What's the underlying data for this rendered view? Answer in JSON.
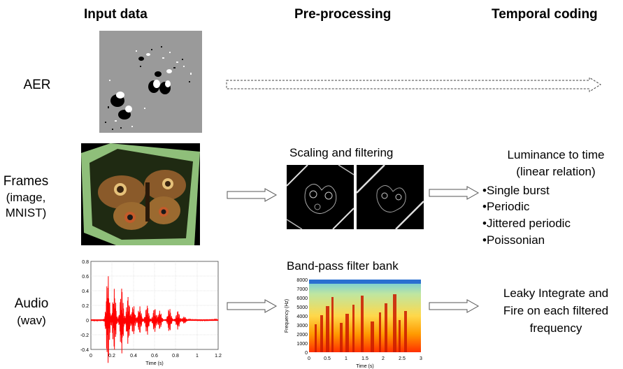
{
  "headers": {
    "input": "Input data",
    "preprocessing": "Pre-processing",
    "temporal": "Temporal coding"
  },
  "rows": {
    "aer": {
      "label": "AER"
    },
    "frames": {
      "label": "Frames",
      "sublabel_1": "(image,",
      "sublabel_2": "MNIST)",
      "preprocessing_caption": "Scaling and filtering",
      "coding_title_1": "Luminance to time",
      "coding_title_2": "(linear relation)",
      "coding_items": [
        "•Single burst",
        "•Periodic",
        "•Jittered periodic",
        "•Poissonian"
      ]
    },
    "audio": {
      "label": "Audio",
      "sublabel": "(wav)",
      "preprocessing_caption": "Band-pass filter bank",
      "coding_lines": [
        "Leaky Integrate and",
        "Fire on each filtered",
        "frequency"
      ]
    }
  },
  "waveform_plot": {
    "xlabel": "Time (s)",
    "x_ticks": [
      "0",
      "0.2",
      "0.4",
      "0.6",
      "0.8",
      "1",
      "1.2"
    ],
    "y_ticks": [
      "0.8",
      "0.6",
      "0.4",
      "0.2",
      "0",
      "-0.2",
      "-0.4"
    ],
    "color": "#ff0000"
  },
  "spectrogram_plot": {
    "xlabel": "Time (s)",
    "ylabel": "Frequency (Hz)",
    "x_ticks": [
      "0",
      "0.5",
      "1",
      "1.5",
      "2",
      "2.5",
      "3"
    ],
    "y_ticks": [
      "8000",
      "7000",
      "6000",
      "5000",
      "4000",
      "3000",
      "2000",
      "1000",
      "0"
    ]
  }
}
